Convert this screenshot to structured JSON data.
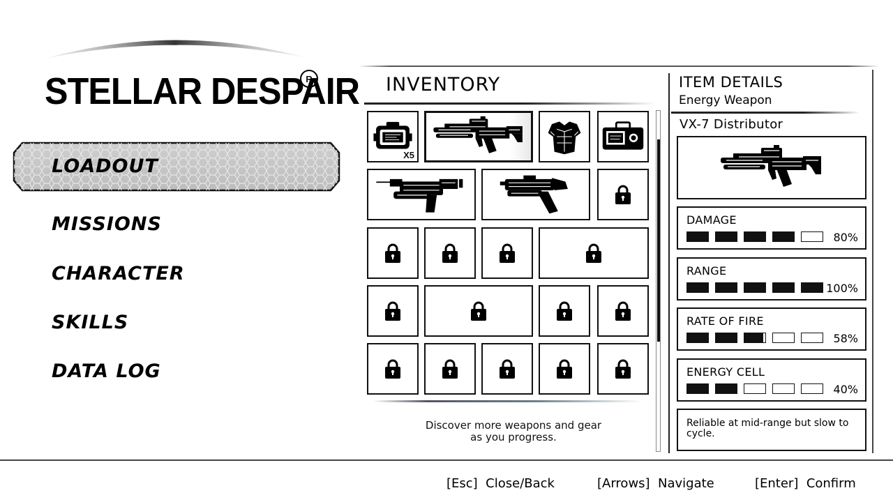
{
  "game": {
    "title": "STELLAR DESPAIR",
    "reg_mark": "R"
  },
  "menu": {
    "items": [
      {
        "label": "LOADOUT",
        "selected": true
      },
      {
        "label": "MISSIONS",
        "selected": false
      },
      {
        "label": "CHARACTER",
        "selected": false
      },
      {
        "label": "SKILLS",
        "selected": false
      },
      {
        "label": "DATA LOG",
        "selected": false
      }
    ]
  },
  "inventory": {
    "title": "INVENTORY",
    "slots": [
      {
        "item": "gadget-case-icon",
        "quantity": "X5",
        "locked": false
      },
      {
        "item": "rifle-icon",
        "locked": false,
        "selected": true
      },
      {
        "item": "armor-vest-icon",
        "locked": false
      },
      {
        "item": "equipment-case-icon",
        "locked": false
      },
      {
        "item": "heavy-blaster-icon",
        "locked": false
      },
      {
        "item": "pistol-icon",
        "locked": false
      },
      {
        "item": "lock-icon",
        "locked": true
      }
    ],
    "hint": "Discover more weapons and gear\nas you progress."
  },
  "details": {
    "title": "ITEM DETAILS",
    "category": "Energy Weapon",
    "name": "VX-7 Distributor",
    "stats": [
      {
        "label": "DAMAGE",
        "value": 80,
        "pct_text": "80%"
      },
      {
        "label": "RANGE",
        "value": 100,
        "pct_text": "100%"
      },
      {
        "label": "RATE OF FIRE",
        "value": 58,
        "pct_text": "58%"
      },
      {
        "label": "ENERGY CELL",
        "value": 40,
        "pct_text": "40%"
      }
    ],
    "description": "Reliable at mid-range but slow to cycle."
  },
  "footer": {
    "hints": [
      {
        "key": "[Esc]",
        "action": "Close/Back"
      },
      {
        "key": "[Arrows]",
        "action": "Navigate"
      },
      {
        "key": "[Enter]",
        "action": "Confirm"
      }
    ]
  }
}
